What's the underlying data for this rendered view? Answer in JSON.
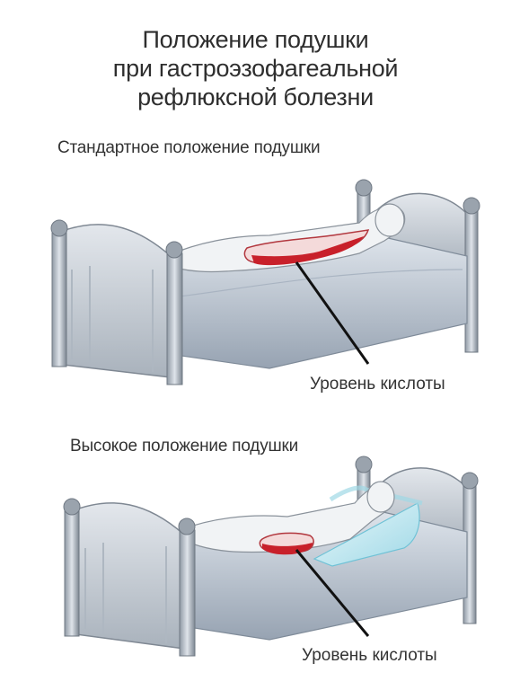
{
  "title": {
    "line1": "Положение подушки",
    "line2": "при гастроэзофагеальной",
    "line3": "рефлюксной болезни"
  },
  "panels": [
    {
      "caption": "Стандартное положение подушки",
      "acid_label": "Уровень кислоты"
    },
    {
      "caption": "Высокое положение подушки",
      "acid_label": "Уровень кислоты"
    }
  ],
  "colors": {
    "bed_frame": "#cfd4da",
    "bed_shadow": "#8e97a1",
    "sheet": "#bfc8d4",
    "acid": "#c8202a",
    "pillow_wedge": "#c9ecf4",
    "pointer_line": "#111111"
  }
}
